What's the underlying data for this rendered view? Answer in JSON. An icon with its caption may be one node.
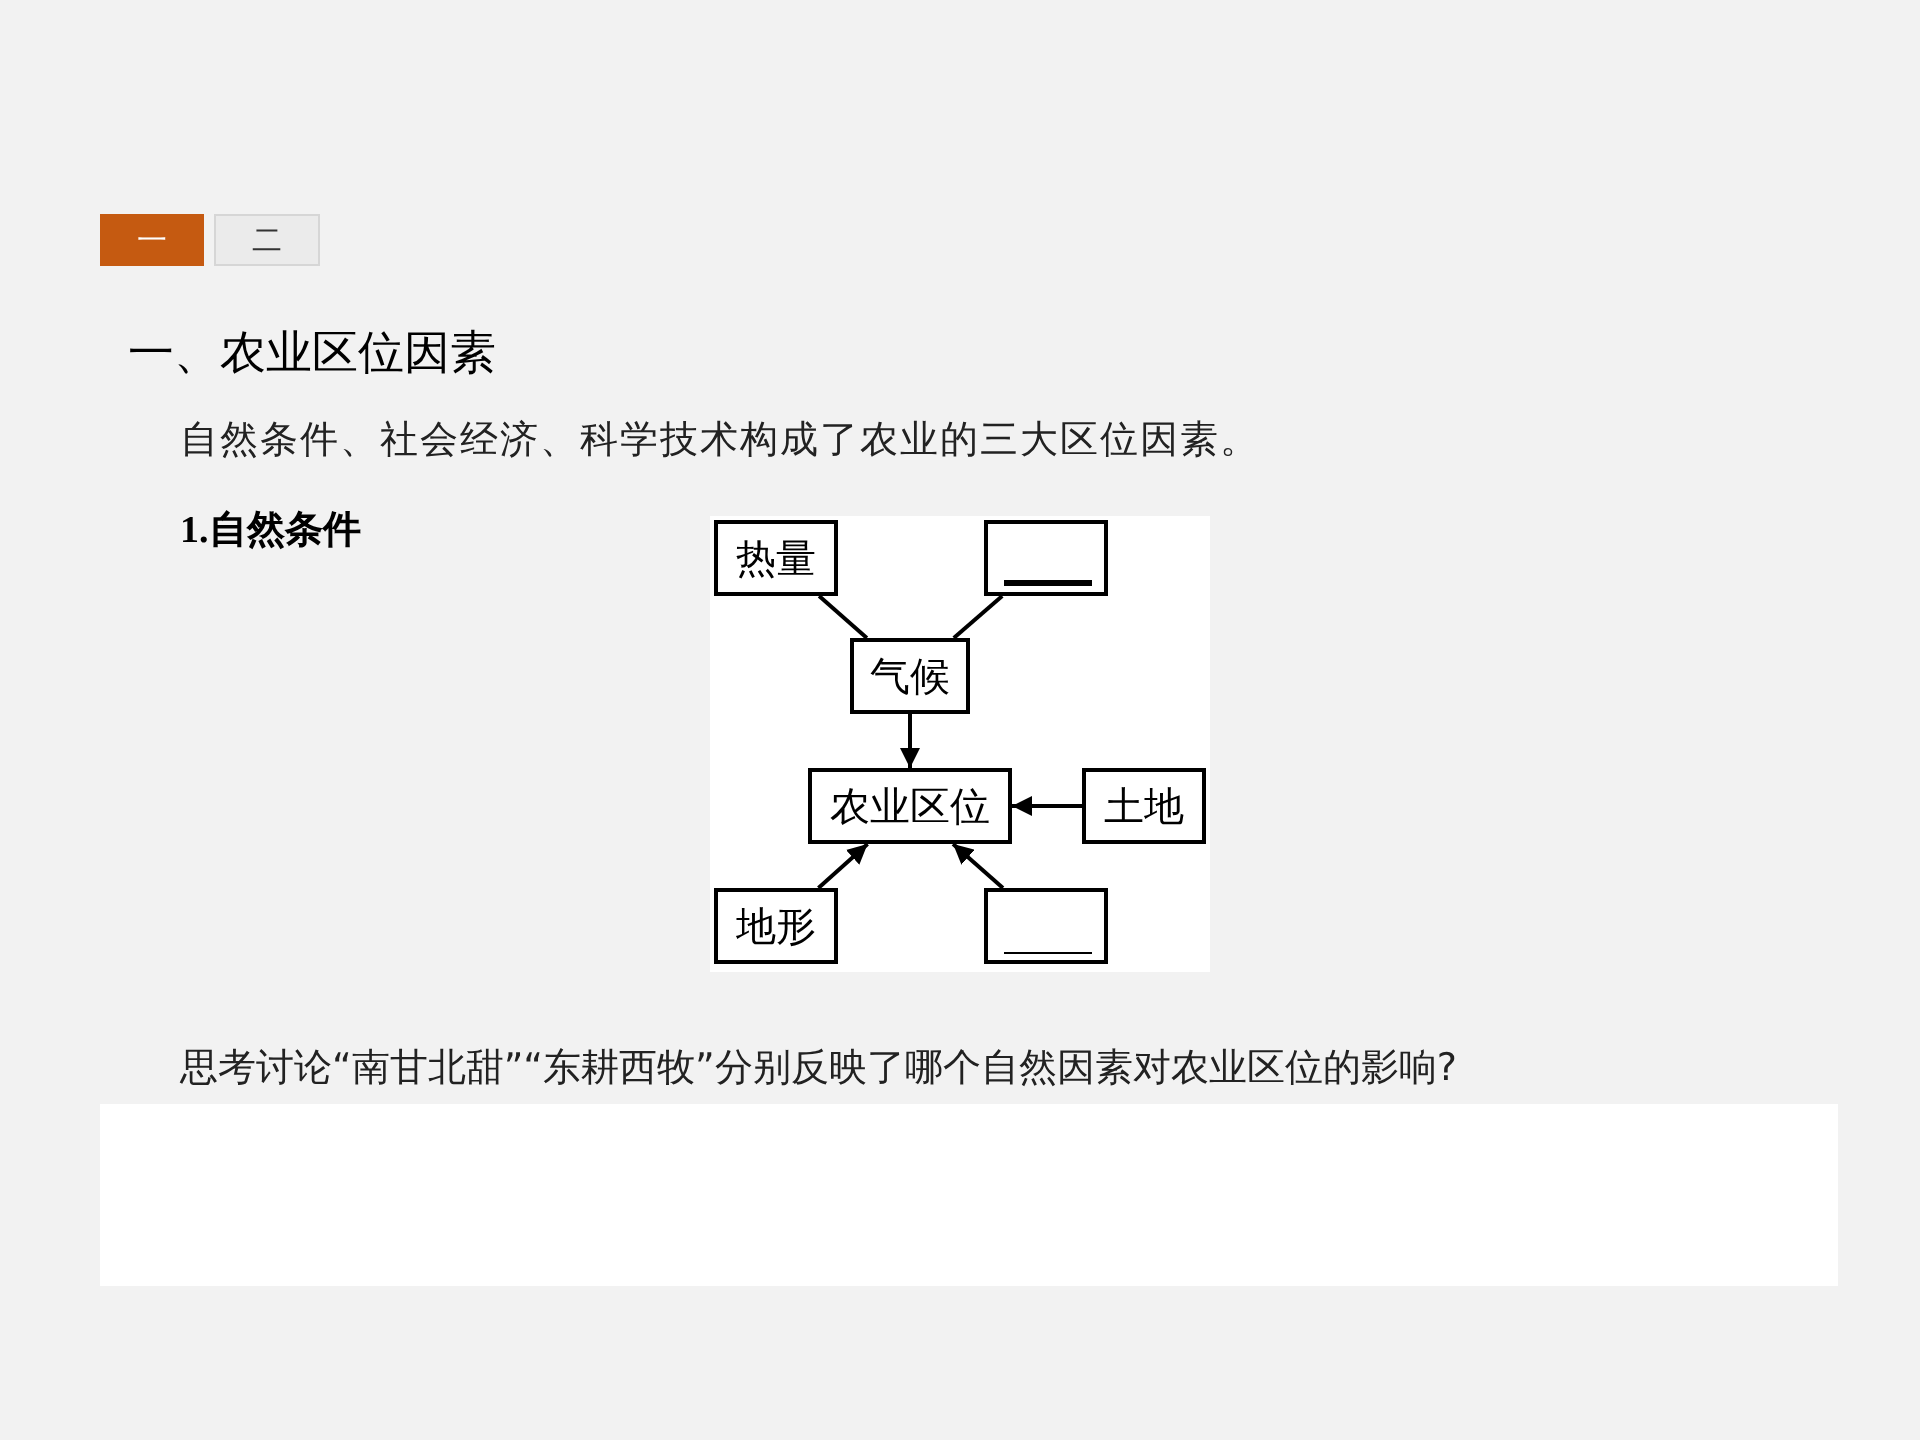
{
  "diagram": {
    "title": "一、农业区位因素",
    "nodes": [
      {
        "text": [
          "热量"
        ]
      },
      {
        "text": [],
        "shape": "box"
      },
      {
        "text": [
          "气候"
        ]
      },
      {
        "text": [
          "农业区位"
        ]
      },
      {
        "text": [
          "土地"
        ]
      },
      {
        "text": [
          "地形"
        ]
      },
      {
        "text": [],
        "shape": "box"
      }
    ],
    "edges": [
      {
        "from": 0,
        "to": 2,
        "arrow": "none"
      },
      {
        "from": 1,
        "to": 2,
        "arrow": "none"
      },
      {
        "from": 2,
        "to": 3,
        "arrow": "to"
      },
      {
        "from": 4,
        "to": 3,
        "arrow": "to"
      },
      {
        "from": 5,
        "to": 3,
        "arrow": "to"
      },
      {
        "from": 6,
        "to": 3,
        "arrow": "to"
      }
    ],
    "labels": [
      "一",
      "二",
      "自然条件、社会经济、科学技术构成了农业的三大区位因素。",
      "1.自然条件",
      "思考讨论“南甘北甜”“东耕西牧”分别反映了哪个自然因素对农业区位的影响?"
    ]
  }
}
